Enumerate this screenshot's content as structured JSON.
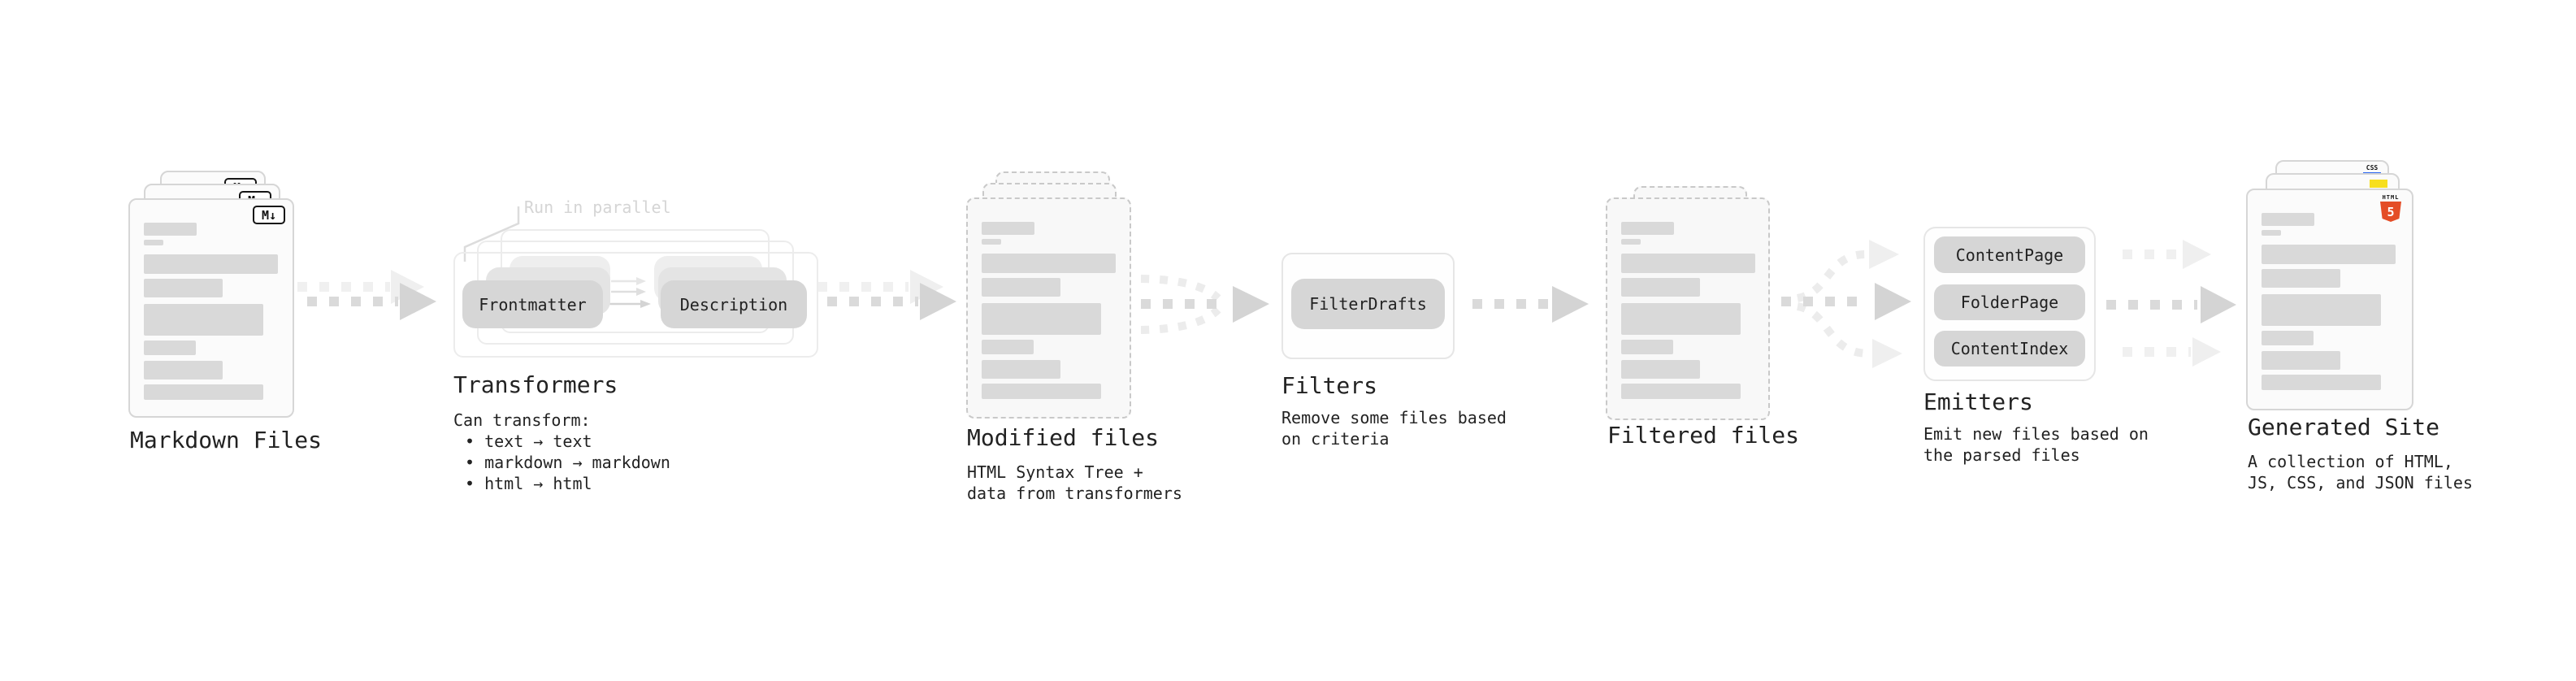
{
  "diagram": {
    "type": "pipeline-flow",
    "stages": {
      "markdown": {
        "title": "Markdown Files"
      },
      "transformers": {
        "title": "Transformers",
        "annotation": "Run in parallel",
        "pill_left": "Frontmatter",
        "pill_right": "Description",
        "desc_heading": "Can transform:",
        "bullets": [
          "• text → text",
          "• markdown → markdown",
          "• html → html"
        ]
      },
      "modified": {
        "title": "Modified files",
        "desc_line1": "HTML Syntax Tree +",
        "desc_line2": "data from transformers"
      },
      "filters": {
        "title": "Filters",
        "pill": "FilterDrafts",
        "desc_line1": "Remove some files based",
        "desc_line2": "on criteria"
      },
      "filtered": {
        "title": "Filtered files"
      },
      "emitters": {
        "title": "Emitters",
        "pills": [
          "ContentPage",
          "FolderPage",
          "ContentIndex"
        ],
        "desc_line1": "Emit new files based on",
        "desc_line2": "the parsed files"
      },
      "generated": {
        "title": "Generated Site",
        "desc_line1": "A collection of HTML,",
        "desc_line2": "JS, CSS, and JSON files"
      }
    },
    "icons": {
      "markdown_badge": "M↓",
      "html5_label": "HTML",
      "html5_number": "5",
      "css_label": "CSS"
    },
    "colors": {
      "html5_orange": "#e44d26",
      "js_yellow": "#f7df1e",
      "css_blue": "#2965f1",
      "arrow_main_gray": "#dadada",
      "arrow_ghost_gray": "#f0f0f0",
      "pill_gray": "#d6d6d6",
      "doc_bar_gray": "#d9d9d9",
      "text_dark": "#222222",
      "annotation_gray": "#d5d5d5"
    }
  }
}
